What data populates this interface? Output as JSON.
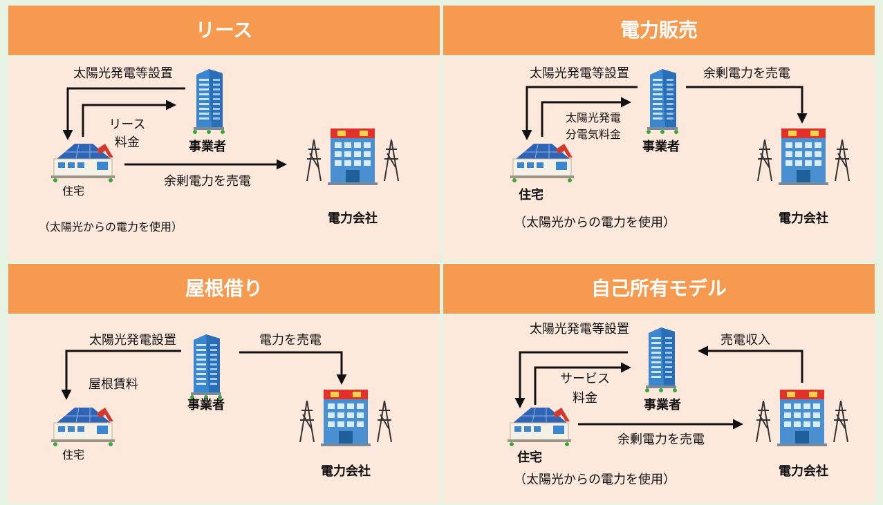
{
  "panels": [
    {
      "id": "lease",
      "title": "リース",
      "labels": {
        "install": "太陽光発電等設置",
        "fee1": "リース",
        "fee2": "料金",
        "operator": "事業者",
        "sell": "余剰電力を売電",
        "home": "住宅",
        "note": "（太陽光からの電力を使用）",
        "company": "電力会社"
      }
    },
    {
      "id": "power-sales",
      "title": "電力販売",
      "labels": {
        "install": "太陽光発電等設置",
        "sell": "余剰電力を売電",
        "fee1": "太陽光発電",
        "fee2": "分電気料金",
        "operator": "事業者",
        "home": "住宅",
        "note": "（太陽光からの電力を使用）",
        "company": "電力会社"
      }
    },
    {
      "id": "roof-rental",
      "title": "屋根借り",
      "labels": {
        "install": "太陽光発電設置",
        "sell": "電力を売電",
        "rent": "屋根賃料",
        "operator": "事業者",
        "home": "住宅",
        "company": "電力会社"
      }
    },
    {
      "id": "self-owned",
      "title": "自己所有モデル",
      "labels": {
        "install": "太陽光発電等設置",
        "income": "売電収入",
        "fee1": "サービス",
        "fee2": "料金",
        "operator": "事業者",
        "sell": "余剰電力を売電",
        "home": "住宅",
        "note": "（太陽光からの電力を使用）",
        "company": "電力会社"
      }
    }
  ],
  "colors": {
    "header": "#f59a4e",
    "panel": "#fde8dc",
    "frame": "#e6f2e2",
    "arrow": "#111111",
    "roof": "#2f63b4",
    "building": "#3a87cf",
    "company_sign": "#e0322a"
  },
  "icons": {
    "house": "house-solar-icon",
    "office": "office-building-icon",
    "company": "power-company-icon"
  }
}
